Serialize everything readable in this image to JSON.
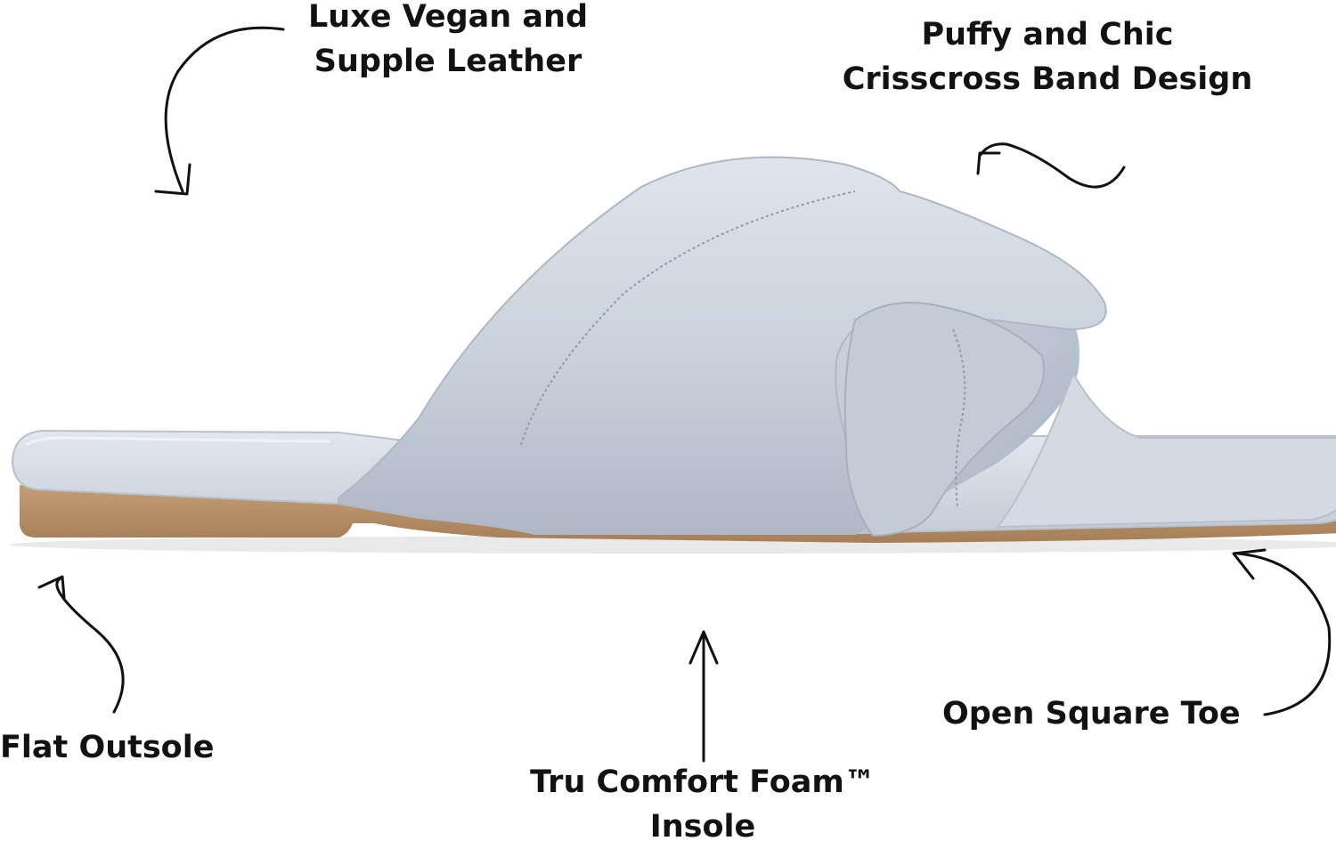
{
  "callouts": {
    "leather": {
      "line1": "Luxe Vegan and",
      "line2": "Supple Leather"
    },
    "band": {
      "line1": "Puffy and Chic",
      "line2": "Crisscross Band Design"
    },
    "outsole": {
      "text": "Flat Outsole"
    },
    "insole": {
      "line1": "Tru Comfort Foam™",
      "line2": "Insole"
    },
    "toe": {
      "text": "Open Square Toe"
    }
  },
  "colors": {
    "strap": "#c9d1dc",
    "strap_shadow": "#a9b4c2",
    "footbed": "#d6dde6",
    "outsole": "#b8926a",
    "arrow": "#111111",
    "background": "#ffffff"
  }
}
